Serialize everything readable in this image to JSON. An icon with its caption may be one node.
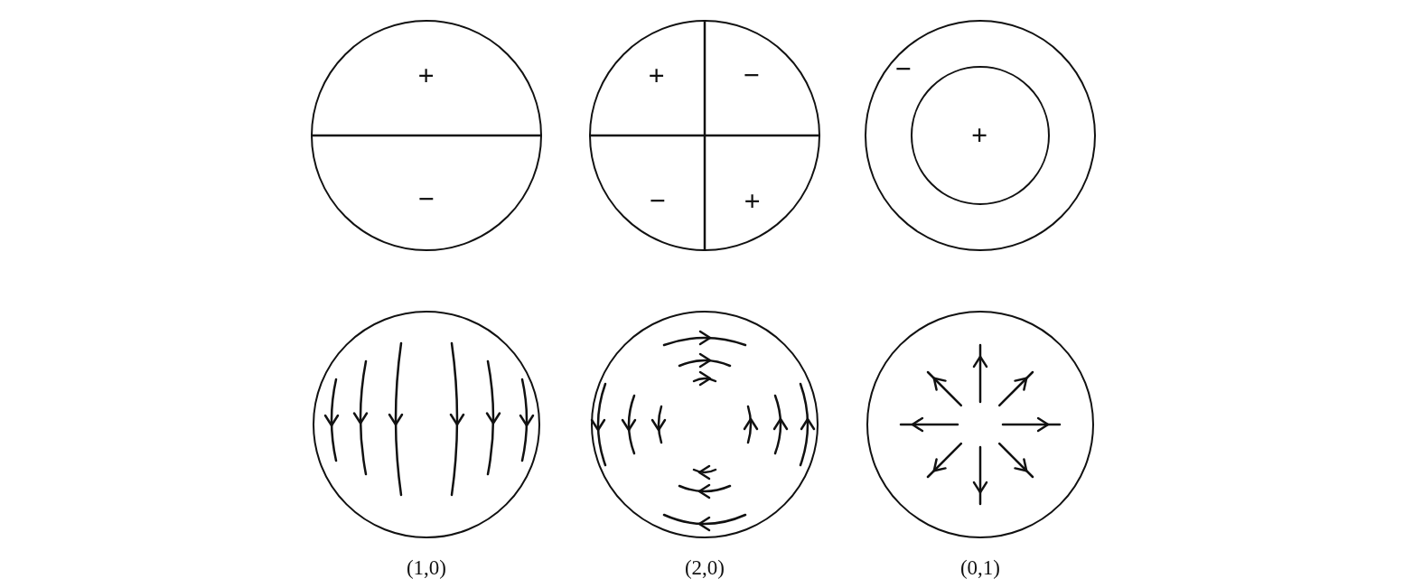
{
  "diagram": {
    "nodes": [
      {
        "text": [
          "+",
          "−"
        ]
      },
      {
        "text": [
          "+",
          "−",
          "−",
          "+"
        ]
      },
      {
        "text": [
          "−"
        ]
      },
      {
        "text": [
          "+"
        ],
        "in": 2
      },
      {
        "text": [],
        "shape": "circle"
      },
      {
        "text": [],
        "shape": "circle"
      },
      {
        "text": [],
        "shape": "circle"
      }
    ],
    "labels": [
      "(1,0)",
      "(2,0)",
      "(0,1)"
    ]
  }
}
